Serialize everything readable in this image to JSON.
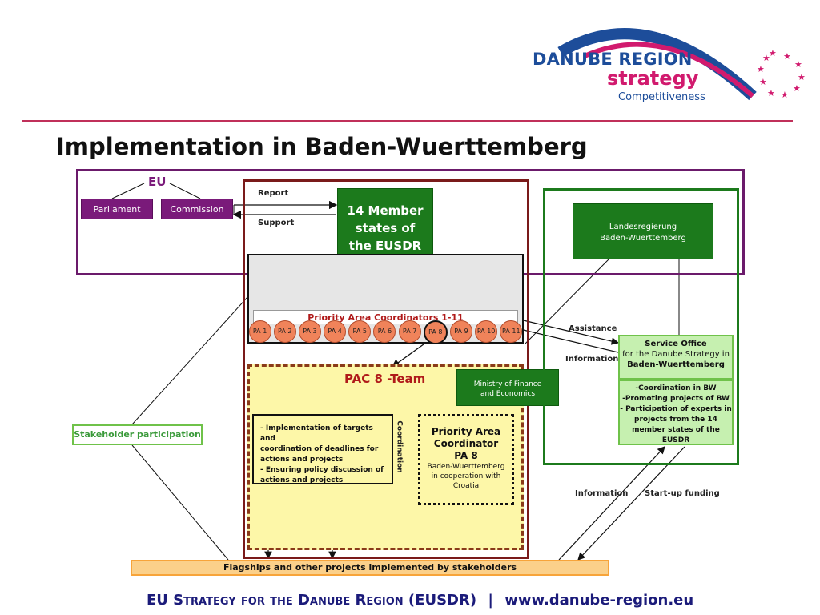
{
  "logo": {
    "line1": "DANUBE REGION",
    "line2": "strategy",
    "line3": "Competitiveness"
  },
  "title": "Implementation in Baden-Wuerttemberg",
  "eu": {
    "label": "EU",
    "parliament": "Parliament",
    "commission": "Commission"
  },
  "arrows": {
    "report": "Report",
    "support": "Support",
    "assistance": "Assistance",
    "information_top": "Information",
    "information_bottom": "Information",
    "startup_funding": "Start-up funding",
    "coordination": "Coordination"
  },
  "member_states": {
    "line1": "14 Member",
    "line2": "states of",
    "line3": "the EUSDR"
  },
  "pac_coordinators": "Priority Area Coordinators 1-11",
  "pa_circles": [
    "PA 1",
    "PA 2",
    "PA 3",
    "PA 4",
    "PA 5",
    "PA 6",
    "PA 7",
    "PA 8",
    "PA 9",
    "PA 10",
    "PA 11"
  ],
  "pac8_team": "PAC 8 -Team",
  "ministry": {
    "line1": "Ministry of Finance",
    "line2": "and Economics"
  },
  "landesregierung": {
    "line1": "Landesregierung",
    "line2": "Baden-Wuerttemberg"
  },
  "service_office": {
    "line1": "Service Office",
    "line2": "for the Danube Strategy in",
    "line3": "Baden-Wuerttemberg"
  },
  "service_tasks": [
    "-Coordination in BW",
    "-Promoting projects of BW",
    "- Participation of experts in",
    "projects from the 14",
    "member states of the",
    "EUSDR"
  ],
  "implementation_box": [
    "- Implementation of targets and",
    "coordination of deadlines for",
    "actions and projects",
    "- Ensuring policy discussion of",
    "actions and projects"
  ],
  "pac_pa8": {
    "line1": "Priority Area",
    "line2": "Coordinator",
    "line3": "PA 8",
    "line4": "Baden-Wuerttemberg",
    "line5": "in cooperation with",
    "line6": "Croatia"
  },
  "stakeholder": "Stakeholder participation",
  "flagships": "Flagships and other projects implemented by stakeholders",
  "footer": {
    "strategy": "EU Strategy for the Danube Region (EUSDR)",
    "separator": "|",
    "url": "www.danube-region.eu"
  },
  "colors": {
    "purple": "#6b1a6b",
    "dark_red": "#7a1a1a",
    "green": "#1c7a1c",
    "light_green": "#6fc24a",
    "yellow": "#fdf7a8",
    "orange": "#f7a43a",
    "pink_rule": "#c0305a"
  }
}
